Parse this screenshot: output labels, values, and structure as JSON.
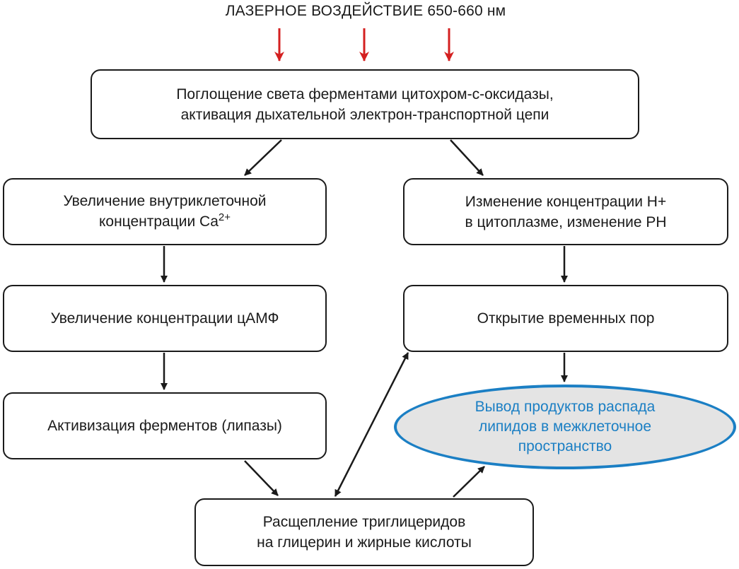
{
  "title": "ЛАЗЕРНОЕ ВОЗДЕЙСТВИЕ 650-660 нм",
  "colors": {
    "laser_arrow": "#d42020",
    "outcome_border": "#1b7fc4",
    "outcome_fill": "#e4e4e4",
    "outcome_text": "#1b7fc4",
    "box_border": "#1a1a1a"
  },
  "nodes": {
    "absorption": {
      "line1": "Поглощение света ферментами цитохром-с-оксидазы,",
      "line2": "активация дыхательной электрон-транспортной цепи"
    },
    "calcium": {
      "line1": "Увеличение внутриклеточной",
      "line2_prefix": "концентрации Ca",
      "line2_sup": "2+"
    },
    "proton": {
      "line1": "Изменение концентрации H+",
      "line2": "в цитоплазме, изменение PH"
    },
    "camp": {
      "line1": "Увеличение концентрации цАМФ"
    },
    "pores": {
      "line1": "Открытие временных пор"
    },
    "lipase": {
      "line1": "Активизация ферментов (липазы)"
    },
    "splitting": {
      "line1": "Расщепление триглицеридов",
      "line2": "на глицерин и жирные кислоты"
    },
    "outcome": {
      "line1": "Вывод продуктов распада",
      "line2": "липидов в межклеточное",
      "line3": "пространство"
    }
  }
}
